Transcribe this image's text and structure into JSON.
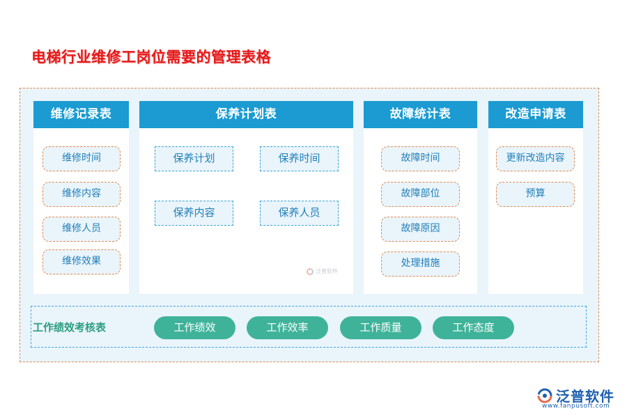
{
  "title": "电梯行业维修工岗位需要的管理表格",
  "panels": [
    {
      "header": "维修记录表",
      "items": [
        "维修时间",
        "维修内容",
        "维修人员",
        "维修效果"
      ]
    },
    {
      "header": "保养计划表",
      "items": [
        "保养计划",
        "保养时间",
        "保养内容",
        "保养人员"
      ]
    },
    {
      "header": "故障统计表",
      "items": [
        "故障时间",
        "故障部位",
        "故障原因",
        "处理措施"
      ]
    },
    {
      "header": "改造申请表",
      "items": [
        "更新改造内容",
        "预算"
      ]
    }
  ],
  "performance": {
    "label": "工作绩效考核表",
    "items": [
      "工作绩效",
      "工作效率",
      "工作质量",
      "工作态度"
    ]
  },
  "watermark": "泛普软件",
  "brand": {
    "name": "泛普软件",
    "url": "www.fanpusoft.com"
  },
  "colors": {
    "title": "#e51a1a",
    "header_bg": "#1b9bd1",
    "frame_border": "#e08a4e",
    "green_pill": "#3fb39a",
    "brand": "#1d5fae"
  }
}
